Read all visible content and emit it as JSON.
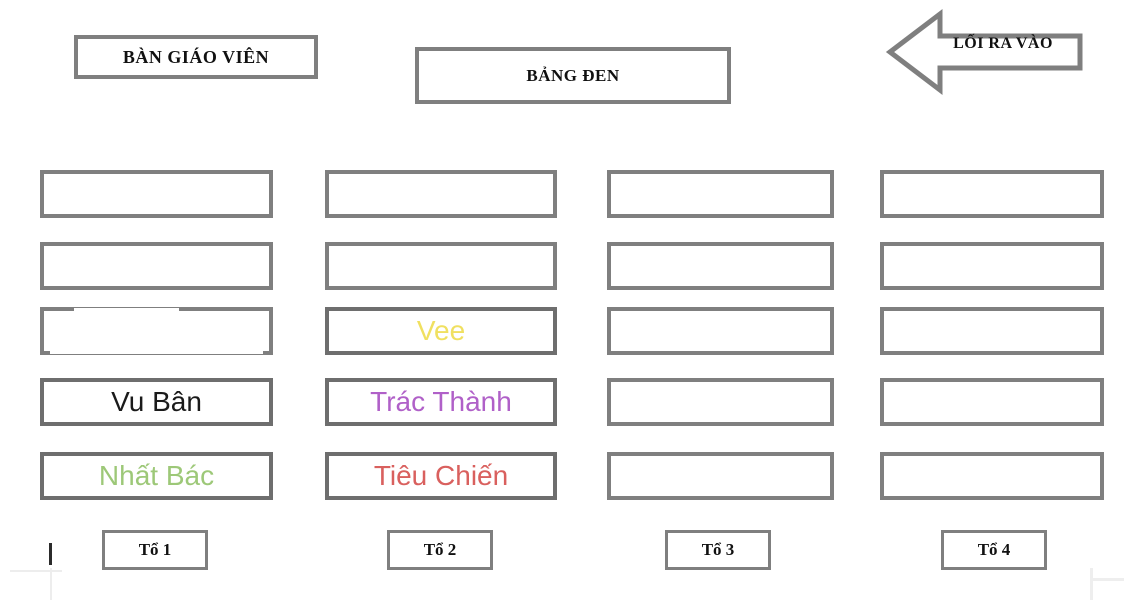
{
  "room": {
    "teacher_desk_label": "BÀN GIÁO VIÊN",
    "blackboard_label": "BẢNG ĐEN",
    "entrance_label": "LỐI RA VÀO",
    "entrance_direction": "left"
  },
  "colors": {
    "desk_border": "#7f7f7f",
    "header_text": "#111111",
    "name_black": "#1a1a1a",
    "name_green": "#9dc878",
    "name_yellow": "#f0e060",
    "name_purple": "#b060c8",
    "name_red": "#d9605e"
  },
  "columns": [
    {
      "group_label": "Tổ 1"
    },
    {
      "group_label": "Tổ 2"
    },
    {
      "group_label": "Tổ 3"
    },
    {
      "group_label": "Tổ 4"
    }
  ],
  "desks": [
    {
      "col": 0,
      "row": 0,
      "name": "",
      "color": ""
    },
    {
      "col": 0,
      "row": 1,
      "name": "",
      "color": ""
    },
    {
      "col": 0,
      "row": 2,
      "name": "",
      "color": ""
    },
    {
      "col": 0,
      "row": 3,
      "name": "Vu Bân",
      "color": "#1a1a1a"
    },
    {
      "col": 0,
      "row": 4,
      "name": "Nhất Bác",
      "color": "#9dc878"
    },
    {
      "col": 1,
      "row": 0,
      "name": "",
      "color": ""
    },
    {
      "col": 1,
      "row": 1,
      "name": "",
      "color": ""
    },
    {
      "col": 1,
      "row": 2,
      "name": "Vee",
      "color": "#f0e060"
    },
    {
      "col": 1,
      "row": 3,
      "name": "Trác Thành",
      "color": "#b060c8"
    },
    {
      "col": 1,
      "row": 4,
      "name": "Tiêu Chiến",
      "color": "#d9605e"
    },
    {
      "col": 2,
      "row": 0,
      "name": "",
      "color": ""
    },
    {
      "col": 2,
      "row": 1,
      "name": "",
      "color": ""
    },
    {
      "col": 2,
      "row": 2,
      "name": "",
      "color": ""
    },
    {
      "col": 2,
      "row": 3,
      "name": "",
      "color": ""
    },
    {
      "col": 2,
      "row": 4,
      "name": "",
      "color": ""
    },
    {
      "col": 3,
      "row": 0,
      "name": "",
      "color": ""
    },
    {
      "col": 3,
      "row": 1,
      "name": "",
      "color": ""
    },
    {
      "col": 3,
      "row": 2,
      "name": "",
      "color": ""
    },
    {
      "col": 3,
      "row": 3,
      "name": "",
      "color": ""
    },
    {
      "col": 3,
      "row": 4,
      "name": "",
      "color": ""
    }
  ]
}
